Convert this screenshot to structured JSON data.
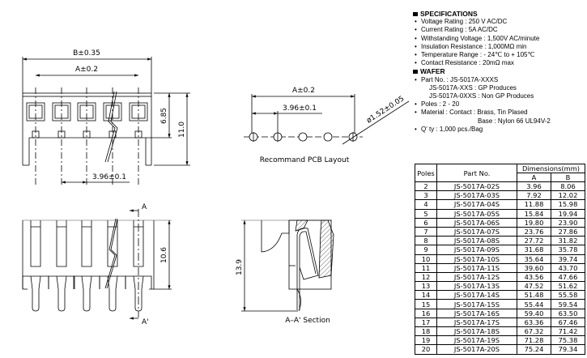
{
  "drawing": {
    "front_view": {
      "dim_b": "B±0.35",
      "dim_a": "A±0.2",
      "dim_height1": "6.85",
      "dim_height2": "11.0",
      "dim_pitch": "3.96±0.1"
    },
    "pcb_layout": {
      "dim_a": "A±0.2",
      "dim_pitch": "3.96±0.1",
      "dim_hole": "ø1.52±0.05",
      "caption": "Recommand  PCB  Layout"
    },
    "bottom_view": {
      "dim_height": "10.6",
      "section_mark_top": "A",
      "section_mark_bottom": "A'"
    },
    "section_view": {
      "dim_height": "13.9",
      "caption": "A–A'  Section"
    }
  },
  "specifications": {
    "title": "SPECIFICATIONS",
    "items": [
      "Voltage Rating : 250 V AC/DC",
      "Current Rating : 5A AC/DC",
      "Withstanding Voltage : 1,500V AC/minute",
      "Insulation Resistance : 1,000MΩ min",
      "Temperature Range : - 24℃ to + 105℃",
      "Contact Resistance : 20mΩ max"
    ]
  },
  "wafer": {
    "title": "WAFER",
    "part_no": "Part No. : JS-5017A-XXXS",
    "part_gp": "JS-5017A-XXS : GP Produces",
    "part_non_gp": "JS-5017A-0XXS : Non GP Produces",
    "poles": "Poles : 2 - 20",
    "material": "Material : Contact : Brass, Tin Plased",
    "material_base": "Base : Nylon 66 UL94V-2",
    "qty": "Q' ty : 1,000  pcs./Bag"
  },
  "table": {
    "headers": {
      "poles": "Poles",
      "part_no": "Part No.",
      "dimensions": "Dimensions(mm)",
      "a": "A",
      "b": "B"
    },
    "rows": [
      [
        "2",
        "JS-5017A-02S",
        "3.96",
        "8.06"
      ],
      [
        "3",
        "JS-5017A-03S",
        "7.92",
        "12.02"
      ],
      [
        "4",
        "JS-5017A-04S",
        "11.88",
        "15.98"
      ],
      [
        "5",
        "JS-5017A-05S",
        "15.84",
        "19.94"
      ],
      [
        "6",
        "JS-5017A-06S",
        "19.80",
        "23.90"
      ],
      [
        "7",
        "JS-5017A-07S",
        "23.76",
        "27.86"
      ],
      [
        "8",
        "JS-5017A-08S",
        "27.72",
        "31.82"
      ],
      [
        "9",
        "JS-5017A-09S",
        "31.68",
        "35.78"
      ],
      [
        "10",
        "JS-5017A-10S",
        "35.64",
        "39.74"
      ],
      [
        "11",
        "JS-5017A-11S",
        "39.60",
        "43.70"
      ],
      [
        "12",
        "JS-5017A-12S",
        "43.56",
        "47.66"
      ],
      [
        "13",
        "JS-5017A-13S",
        "47.52",
        "51.62"
      ],
      [
        "14",
        "JS-5017A-14S",
        "51.48",
        "55.58"
      ],
      [
        "15",
        "JS-5017A-15S",
        "55.44",
        "59.54"
      ],
      [
        "16",
        "JS-5017A-16S",
        "59.40",
        "63.50"
      ],
      [
        "17",
        "JS-5017A-17S",
        "63.36",
        "67.46"
      ],
      [
        "18",
        "JS-5017A-18S",
        "67.32",
        "71.42"
      ],
      [
        "19",
        "JS-5017A-19S",
        "71.28",
        "75.38"
      ],
      [
        "20",
        "JS-5017A-20S",
        "75.24",
        "79.34"
      ]
    ]
  }
}
